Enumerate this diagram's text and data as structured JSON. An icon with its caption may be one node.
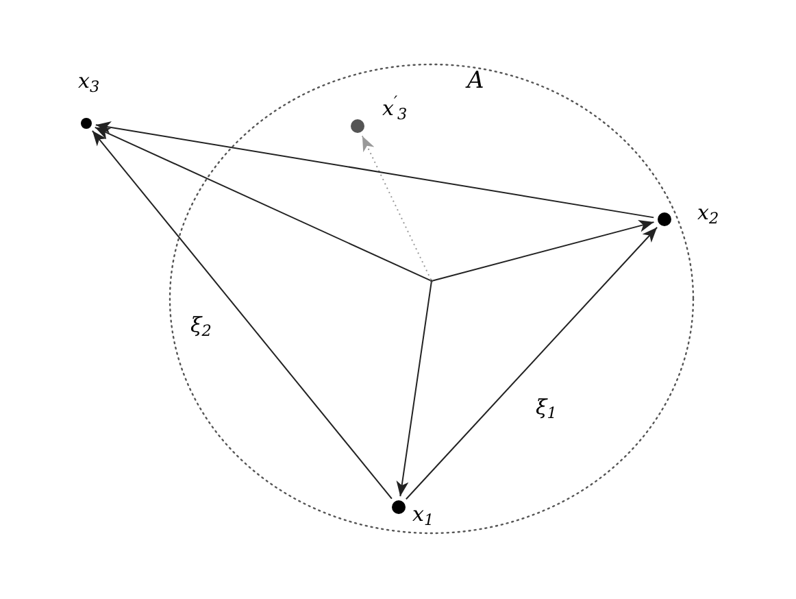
{
  "diagram": {
    "nodes": [
      {
        "text": [
          "A"
        ]
      },
      {
        "text": [],
        "shape": "circle",
        "beside": [
          "x$_{1}$"
        ],
        "in": 0
      },
      {
        "text": [],
        "shape": "circle",
        "beside": [
          "x$_{2}$"
        ],
        "in": 0
      },
      {
        "text": [],
        "shape": "circle",
        "beside": [
          "x$_{3}$"
        ]
      },
      {
        "text": [],
        "shape": "circle",
        "beside": [
          "x$^{′}$$_{3}$"
        ],
        "in": 0
      },
      {
        "text": [],
        "shape": "point",
        "in": 0
      }
    ],
    "edges": [
      {
        "from": 5,
        "to": 1,
        "arrow": "to"
      },
      {
        "from": 5,
        "to": 2,
        "arrow": "to"
      },
      {
        "from": 5,
        "to": 3,
        "arrow": "to"
      },
      {
        "from": 5,
        "to": 4,
        "arrow": "to",
        "style": "dashed",
        "color": "#999999"
      },
      {
        "from": 1,
        "to": 2,
        "arrow": "to",
        "label": "ξ$_{1}$"
      },
      {
        "from": 1,
        "to": 3,
        "arrow": "to",
        "label": "ξ$_{2}$"
      },
      {
        "from": 2,
        "to": 3,
        "arrow": "to"
      }
    ]
  }
}
